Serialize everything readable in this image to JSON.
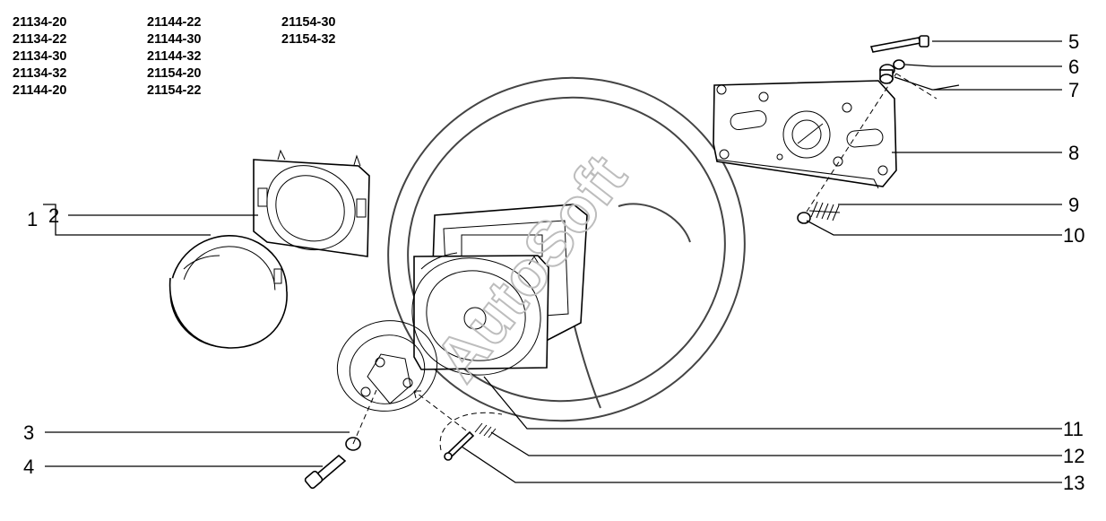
{
  "model_codes": {
    "col1": [
      "21134-20",
      "21134-22",
      "21134-30",
      "21134-32",
      "21144-20"
    ],
    "col2": [
      "21144-22",
      "21144-30",
      "21144-32",
      "21154-20",
      "21154-22"
    ],
    "col3": [
      "21154-30",
      "21154-32"
    ]
  },
  "callouts": [
    "1",
    "2",
    "3",
    "4",
    "5",
    "6",
    "7",
    "8",
    "9",
    "10",
    "11",
    "12",
    "13"
  ],
  "watermark": "AutoSoft"
}
